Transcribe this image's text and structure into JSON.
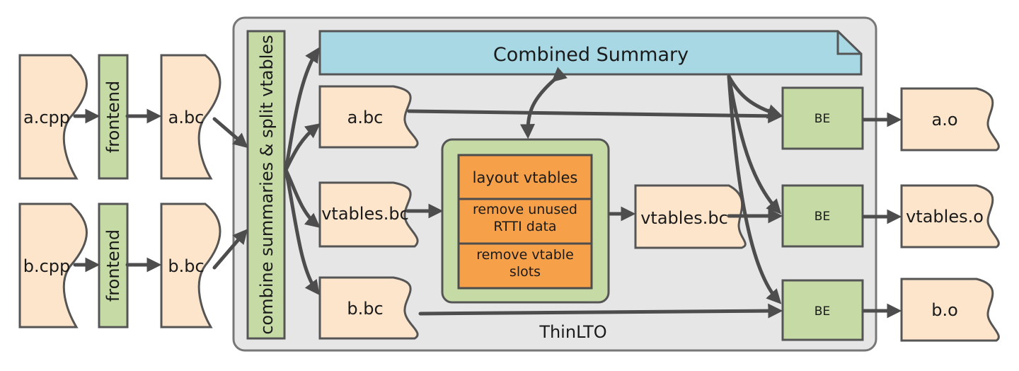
{
  "sources": {
    "a_cpp": "a.cpp",
    "b_cpp": "b.cpp"
  },
  "frontend": {
    "top": "frontend",
    "bottom": "frontend"
  },
  "bitcode_in": {
    "a_bc": "a.bc",
    "b_bc": "b.bc"
  },
  "thinlto": {
    "label": "ThinLTO",
    "combine_label": "combine summaries & split vtables",
    "combined_summary": "Combined Summary",
    "modules": {
      "a_bc": "a.bc",
      "vtables_bc": "vtables.bc",
      "b_bc": "b.bc"
    },
    "passes": [
      "layout vtables",
      "remove unused\nRTTI data",
      "remove vtable\nslots"
    ],
    "vtables_out": "vtables.bc",
    "backends": [
      "BE",
      "BE",
      "BE"
    ]
  },
  "outputs": {
    "a_o": "a.o",
    "vtables_o": "vtables.o",
    "b_o": "b.o"
  },
  "colors": {
    "document_fill": "#fde5cc",
    "green_box": "#c6daa6",
    "summary_blue": "#a8d8e4",
    "pass_orange": "#f6a04a",
    "container_gray": "#e6e6e6",
    "stroke": "#4d4d4d"
  }
}
